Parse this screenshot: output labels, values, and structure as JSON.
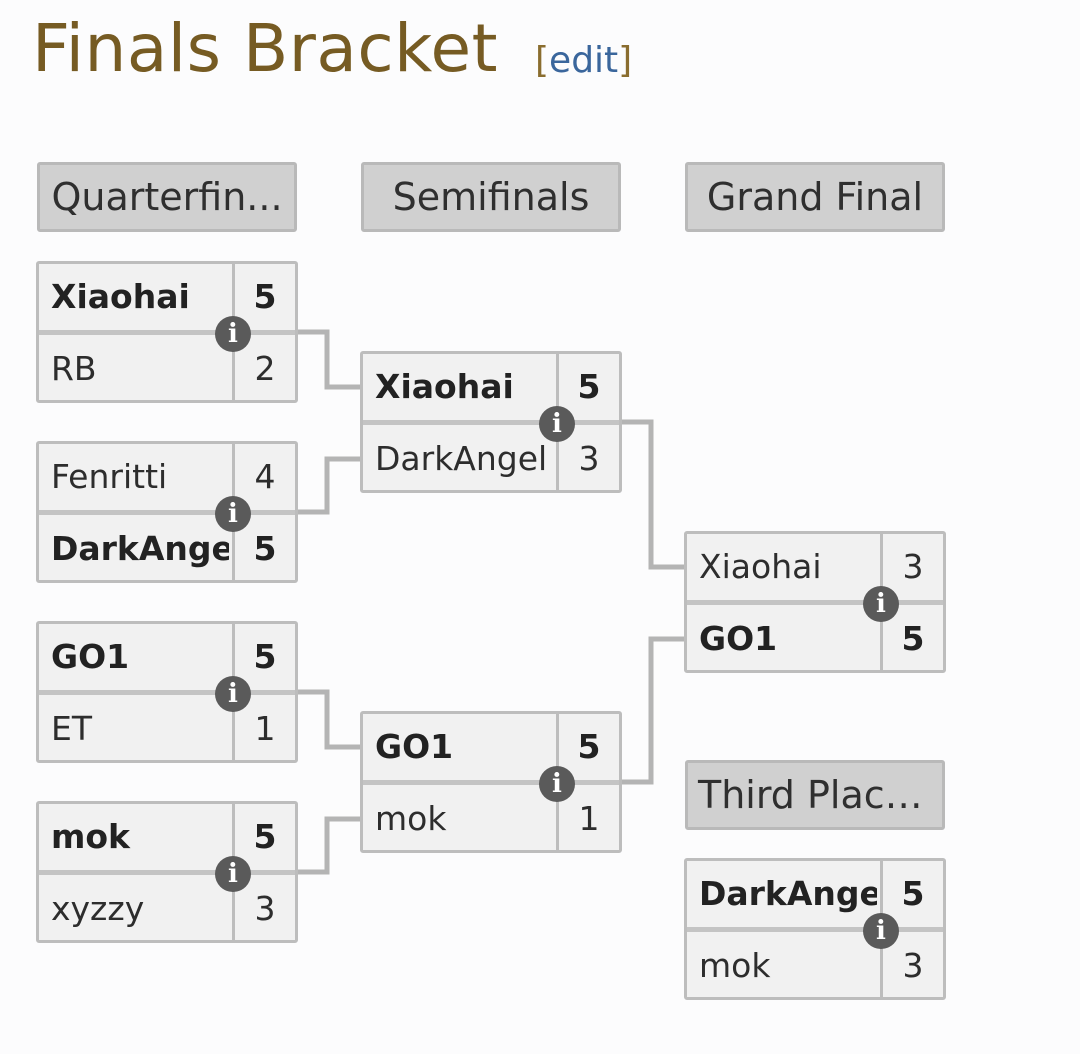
{
  "page": {
    "title": "Finals Bracket",
    "edit_open": "[",
    "edit_label": "edit",
    "edit_close": "]"
  },
  "headers": {
    "quarterfinals": "Quarterfin...",
    "semifinals": "Semifinals",
    "grand_final": "Grand Final",
    "third_place": "Third Place..."
  },
  "matches": {
    "qf1": {
      "p1": {
        "name": "Xiaohai",
        "score": "5"
      },
      "p2": {
        "name": "RB",
        "score": "2"
      },
      "info_icon": "i"
    },
    "qf2": {
      "p1": {
        "name": "Fenritti",
        "score": "4"
      },
      "p2": {
        "name": "DarkAngel",
        "score": "5"
      },
      "info_icon": "i"
    },
    "qf3": {
      "p1": {
        "name": "GO1",
        "score": "5"
      },
      "p2": {
        "name": "ET",
        "score": "1"
      },
      "info_icon": "i"
    },
    "qf4": {
      "p1": {
        "name": "mok",
        "score": "5"
      },
      "p2": {
        "name": "xyzzy",
        "score": "3"
      },
      "info_icon": "i"
    },
    "sf1": {
      "p1": {
        "name": "Xiaohai",
        "score": "5"
      },
      "p2": {
        "name": "DarkAngel",
        "score": "3"
      },
      "info_icon": "i"
    },
    "sf2": {
      "p1": {
        "name": "GO1",
        "score": "5"
      },
      "p2": {
        "name": "mok",
        "score": "1"
      },
      "info_icon": "i"
    },
    "gf": {
      "p1": {
        "name": "Xiaohai",
        "score": "3"
      },
      "p2": {
        "name": "GO1",
        "score": "5"
      },
      "info_icon": "i"
    },
    "tp": {
      "p1": {
        "name": "DarkAngel",
        "score": "5"
      },
      "p2": {
        "name": "mok",
        "score": "3"
      },
      "info_icon": "i"
    }
  },
  "colors": {
    "title": "#765b23",
    "link": "#3a669c",
    "header_bg": "#d0d0d0",
    "match_bg": "#f1f1f1",
    "connector": "#b4b4b4",
    "info_icon_bg": "#5a5a5a"
  }
}
